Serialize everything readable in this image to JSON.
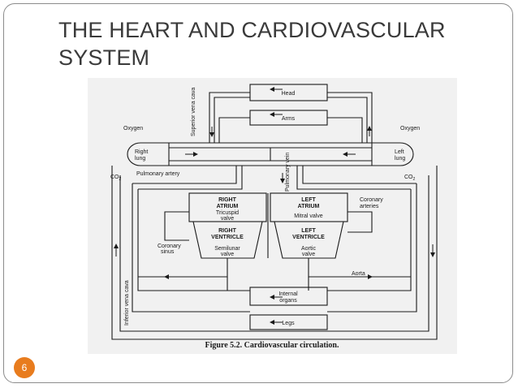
{
  "slide": {
    "title": "THE HEART AND CARDIOVASCULAR SYSTEM",
    "page_number": "6"
  },
  "diagram": {
    "caption": "Figure 5.2.  Cardiovascular circulation.",
    "nodes": {
      "head": "Head",
      "arms": "Arms",
      "internal_organs": [
        "Internal",
        "organs"
      ],
      "legs": "Legs",
      "right_lung": [
        "Right",
        "lung"
      ],
      "left_lung": [
        "Left",
        "lung"
      ],
      "right_atrium": [
        "RIGHT",
        "ATRIUM"
      ],
      "left_atrium": [
        "LEFT",
        "ATRIUM"
      ],
      "right_ventricle": [
        "RIGHT",
        "VENTRICLE"
      ],
      "left_ventricle": [
        "LEFT",
        "VENTRICLE"
      ]
    },
    "labels": {
      "oxygen_left": "Oxygen",
      "oxygen_right": "Oxygen",
      "co2_left": "CO",
      "co2_right": "CO",
      "co2_subscript": "2",
      "pulmonary_artery": "Pulmonary artery",
      "pulmonary_vein": "Pulmonary vein",
      "superior_vena_cava": "Superior vena cava",
      "inferior_vena_cava": "Inferior vena cava",
      "tricuspid_valve": [
        "Tricuspid",
        "valve"
      ],
      "mitral_valve": "Mitral valve",
      "coronary_arteries": [
        "Coronary",
        "arteries"
      ],
      "coronary_sinus": [
        "Coronary",
        "sinus"
      ],
      "semilunar_valve": [
        "Semilunar",
        "valve"
      ],
      "aortic_valve": [
        "Aortic",
        "valve"
      ],
      "aorta": "Aorta"
    }
  },
  "colors": {
    "badge": "#e87c1e",
    "frame": "#8c8c8c",
    "title": "#3a3a3a",
    "figure_bg": "#f1f1f1",
    "ink": "#1a1a1a"
  }
}
